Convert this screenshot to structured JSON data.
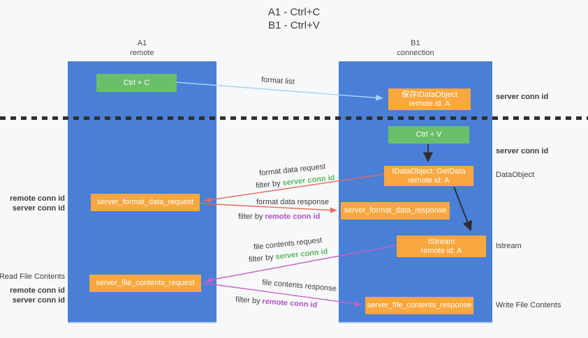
{
  "title": {
    "line1": "A1 - Ctrl+C",
    "line2": "B1 - Ctrl+V"
  },
  "lanes": {
    "a": {
      "id": "A1",
      "role": "remote"
    },
    "b": {
      "id": "B1",
      "role": "connection"
    }
  },
  "nodes": {
    "ctrl_c": {
      "label": "Ctrl + C"
    },
    "save_dataobject": {
      "line1": "保存IDataObject",
      "line2": "remote id: A"
    },
    "ctrl_v": {
      "label": "Ctrl + V"
    },
    "getdata": {
      "line1": "IDataObject::GetData",
      "line2": "remote id: A"
    },
    "format_request": {
      "label": "server_format_data_request"
    },
    "format_response": {
      "label": "server_format_data_response"
    },
    "istream": {
      "line1": "IStream",
      "line2": "remote id: A"
    },
    "file_request": {
      "label": "server_file_contents_request"
    },
    "file_response": {
      "label": "server_file_contents_response"
    }
  },
  "edge_labels": {
    "format_list": "format list",
    "format_data_request": "format data request",
    "format_data_response": "format data response",
    "file_contents_request": "file contents request",
    "file_contents_response": "file contents response",
    "filter_by": "filter by",
    "server_conn_id": "server conn id",
    "remote_conn_id": "remote conn id"
  },
  "side_right": {
    "server_conn_id_1": "server conn id",
    "server_conn_id_2": "server conn id",
    "dataobject": "DataObject",
    "istream": "Istream",
    "write_file_contents": "Write File Contents"
  },
  "side_left": {
    "remote_conn_id": "remote conn id",
    "server_conn_id": "server conn id",
    "read_file_contents": "Read File Contents"
  },
  "colors": {
    "bg": "#f7f8f9",
    "lane": "#4a7fd7",
    "green_box": "#6abf69",
    "orange_box": "#f9a73e",
    "green_text": "#5cb85c",
    "purple_text": "#b34fc5",
    "dark_text": "#3d3d3d",
    "blue_arrow": "#a7d3f2",
    "red_arrow": "#e86a5e",
    "magenta_arrow": "#c75fc8",
    "black_arrow": "#2d2d2d"
  }
}
